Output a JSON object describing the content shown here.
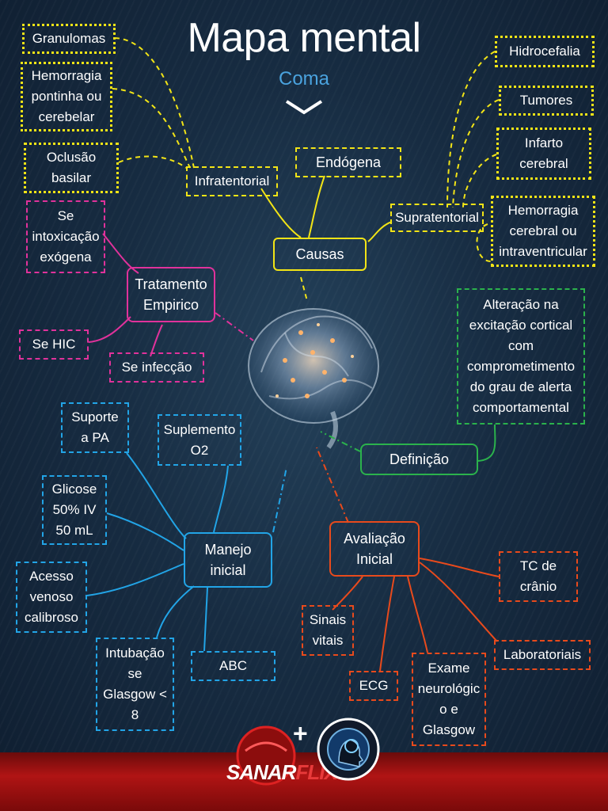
{
  "title": "Mapa mental",
  "subtitle": "Coma",
  "nodes": {
    "causas": "Causas",
    "endogena": "Endógena",
    "infratentorial": "Infratentorial",
    "supratentorial": "Supratentorial",
    "granulomas": "Granulomas",
    "hemorragia_pontinha": "Hemorragia\npontinha ou\ncerebelar",
    "oclusao_basilar": "Oclusão\nbasilar",
    "hidrocefalia": "Hidrocefalia",
    "tumores": "Tumores",
    "infarto_cerebral": "Infarto\ncerebral",
    "hemorragia_cerebral": "Hemorragia\ncerebral ou\nintraventricular",
    "tratamento": "Tratamento\nEmpirico",
    "intoxicacao": "Se\nintoxicação\nexógena",
    "hic": "Se HIC",
    "infeccao": "Se infecção",
    "definicao": "Definição",
    "definicao_texto": "Alteração na\nexcitação cortical\ncom\ncomprometimento\ndo grau de alerta\ncomportamental",
    "manejo": "Manejo\ninicial",
    "suporte_pa": "Suporte\na PA",
    "suplemento_o2": "Suplemento\nO2",
    "glicose": "Glicose\n50% IV\n50 mL",
    "acesso_venoso": "Acesso\nvenoso\ncalibroso",
    "intubacao": "Intubação\nse\nGlasgow <\n8",
    "abc": "ABC",
    "avaliacao": "Avaliação\nInicial",
    "tc_cranio": "TC de\ncrânio",
    "sinais_vitais": "Sinais\nvitais",
    "laboratoriais": "Laboratoriais",
    "ecg": "ECG",
    "exame_neurologico": "Exame\nneurológic\no e\nGlasgow"
  },
  "footer": {
    "brand_a": "SANAR",
    "brand_b": "FLIX",
    "plus": "+"
  },
  "colors": {
    "yellow": "#f2e416",
    "pink": "#e0329b",
    "green": "#2bb24c",
    "blue": "#22a4e6",
    "red": "#e84a1c",
    "subtitle": "#4aa3df"
  }
}
